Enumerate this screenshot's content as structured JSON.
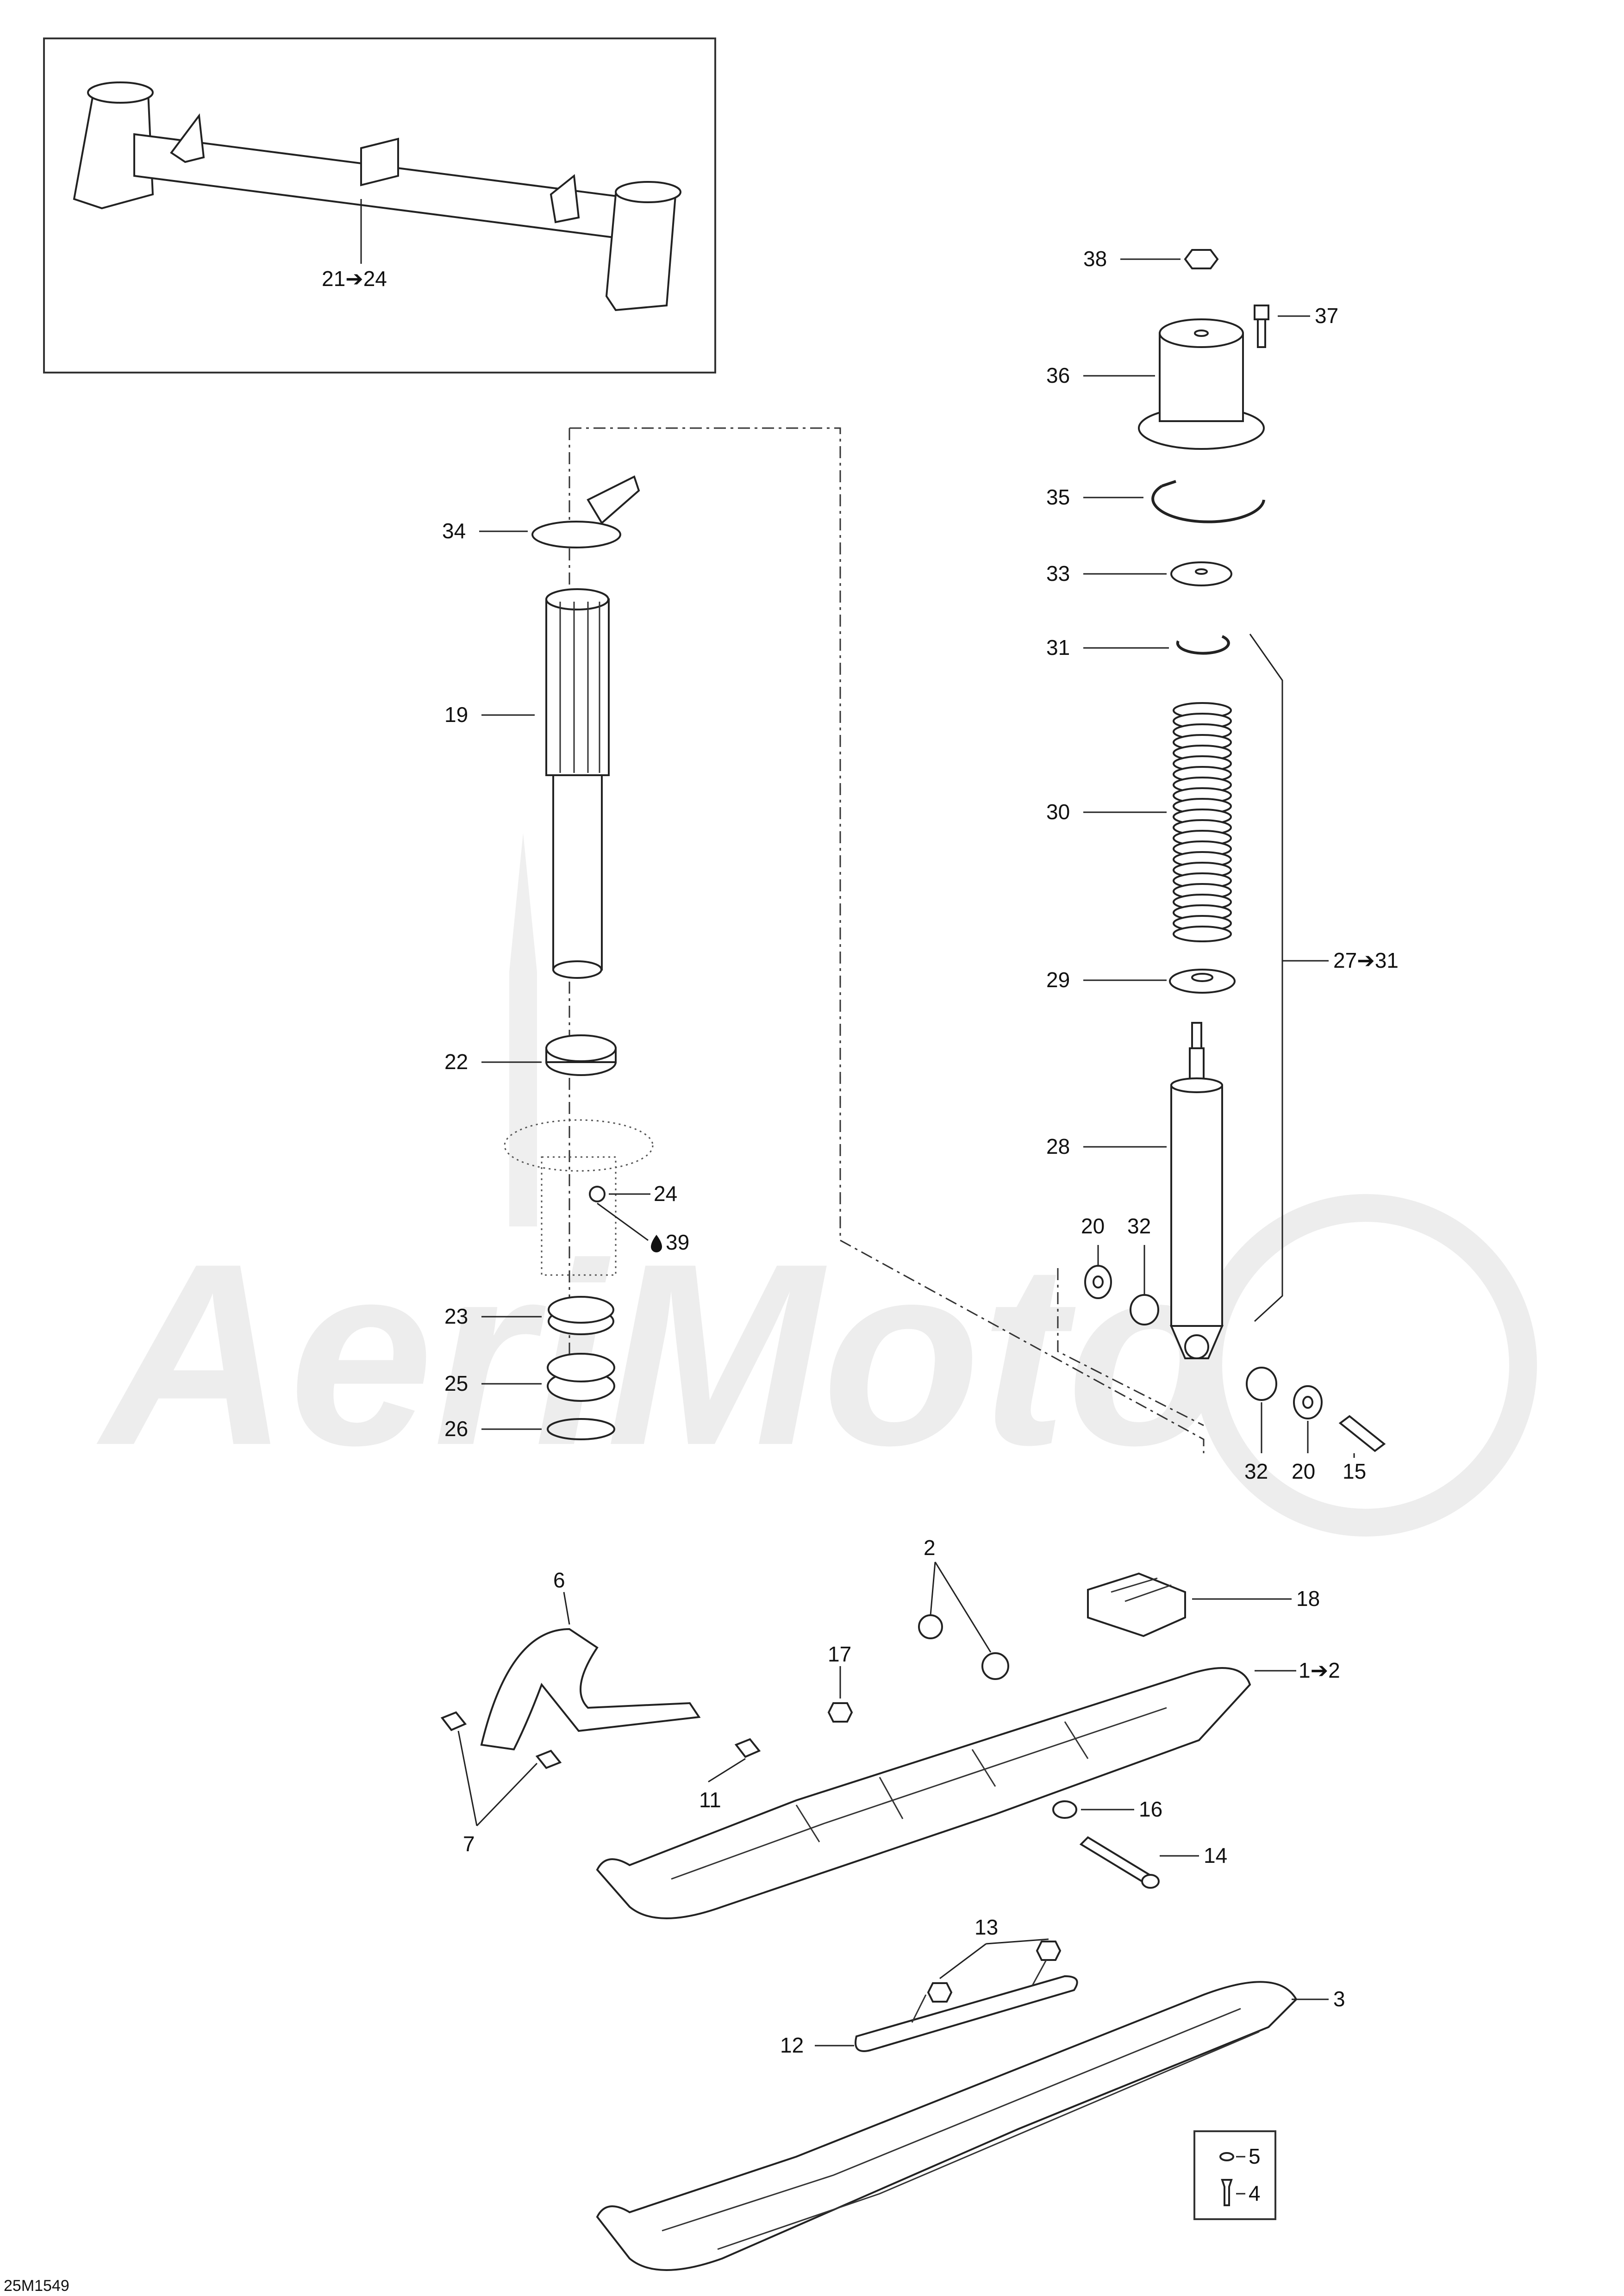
{
  "drawing_code": "25M1549",
  "watermark": "AeriMoto",
  "callouts": {
    "c1_2": "1➔2",
    "c2": "2",
    "c3": "3",
    "c4": "4",
    "c5": "5",
    "c6": "6",
    "c7": "7",
    "c11": "11",
    "c12": "12",
    "c13": "13",
    "c14": "14",
    "c15": "15",
    "c16": "16",
    "c17": "17",
    "c18": "18",
    "c19": "19",
    "c20a": "20",
    "c20b": "20",
    "c21_24": "21➔24",
    "c22": "22",
    "c23": "23",
    "c24": "24",
    "c25": "25",
    "c26": "26",
    "c27_31": "27➔31",
    "c28": "28",
    "c29": "29",
    "c30": "30",
    "c31": "31",
    "c32a": "32",
    "c32b": "32",
    "c33": "33",
    "c34": "34",
    "c35": "35",
    "c36": "36",
    "c37": "37",
    "c38": "38",
    "c39": "39"
  },
  "icons": [
    "lubricant-drop-icon"
  ]
}
